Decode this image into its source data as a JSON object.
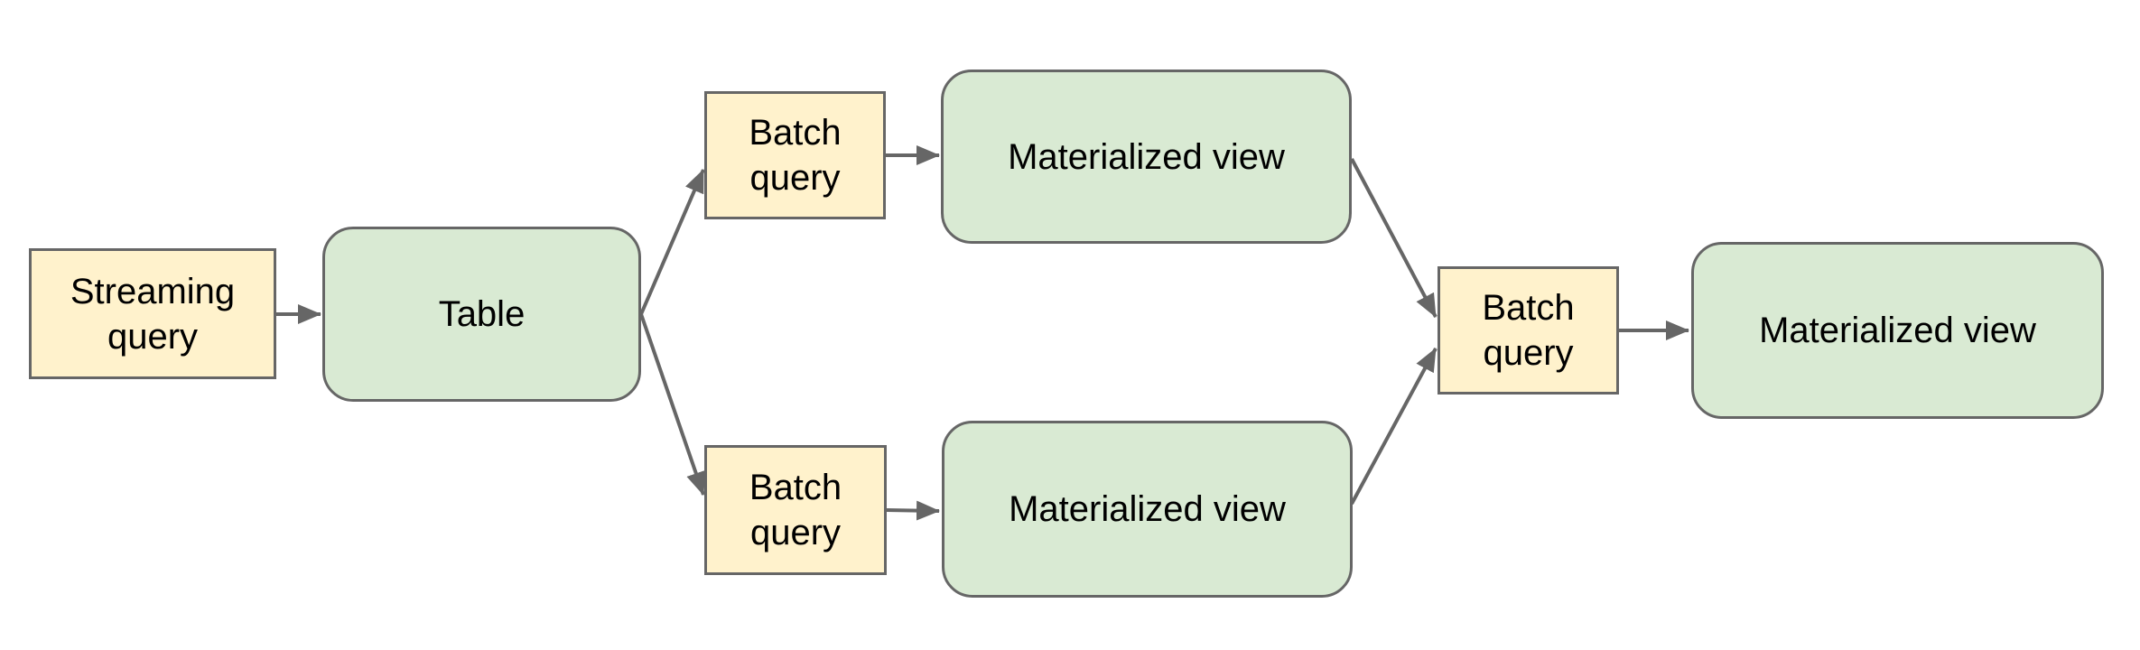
{
  "diagram": {
    "background": "#ffffff",
    "palette": {
      "query_fill": "#fff2cc",
      "view_fill": "#d9ead3",
      "border": "#666666",
      "connector": "#666666",
      "text": "#000000"
    },
    "nodes": [
      {
        "id": "streaming-query",
        "label": "Streaming query",
        "shape": "rectangle",
        "fill": "#fff2cc"
      },
      {
        "id": "table",
        "label": "Table",
        "shape": "rounded-rectangle",
        "fill": "#d9ead3"
      },
      {
        "id": "batch-query-top",
        "label": "Batch query",
        "shape": "rectangle",
        "fill": "#fff2cc"
      },
      {
        "id": "materialized-view-top",
        "label": "Materialized view",
        "shape": "rounded-rectangle",
        "fill": "#d9ead3"
      },
      {
        "id": "batch-query-bottom",
        "label": "Batch query",
        "shape": "rectangle",
        "fill": "#fff2cc"
      },
      {
        "id": "materialized-view-bottom",
        "label": "Materialized view",
        "shape": "rounded-rectangle",
        "fill": "#d9ead3"
      },
      {
        "id": "batch-query-right",
        "label": "Batch query",
        "shape": "rectangle",
        "fill": "#fff2cc"
      },
      {
        "id": "materialized-view-right",
        "label": "Materialized view",
        "shape": "rounded-rectangle",
        "fill": "#d9ead3"
      }
    ],
    "edges": [
      {
        "from": "streaming-query",
        "to": "table"
      },
      {
        "from": "table",
        "to": "batch-query-top"
      },
      {
        "from": "batch-query-top",
        "to": "materialized-view-top"
      },
      {
        "from": "table",
        "to": "batch-query-bottom"
      },
      {
        "from": "batch-query-bottom",
        "to": "materialized-view-bottom"
      },
      {
        "from": "materialized-view-top",
        "to": "batch-query-right"
      },
      {
        "from": "materialized-view-bottom",
        "to": "batch-query-right"
      },
      {
        "from": "batch-query-right",
        "to": "materialized-view-right"
      }
    ]
  }
}
